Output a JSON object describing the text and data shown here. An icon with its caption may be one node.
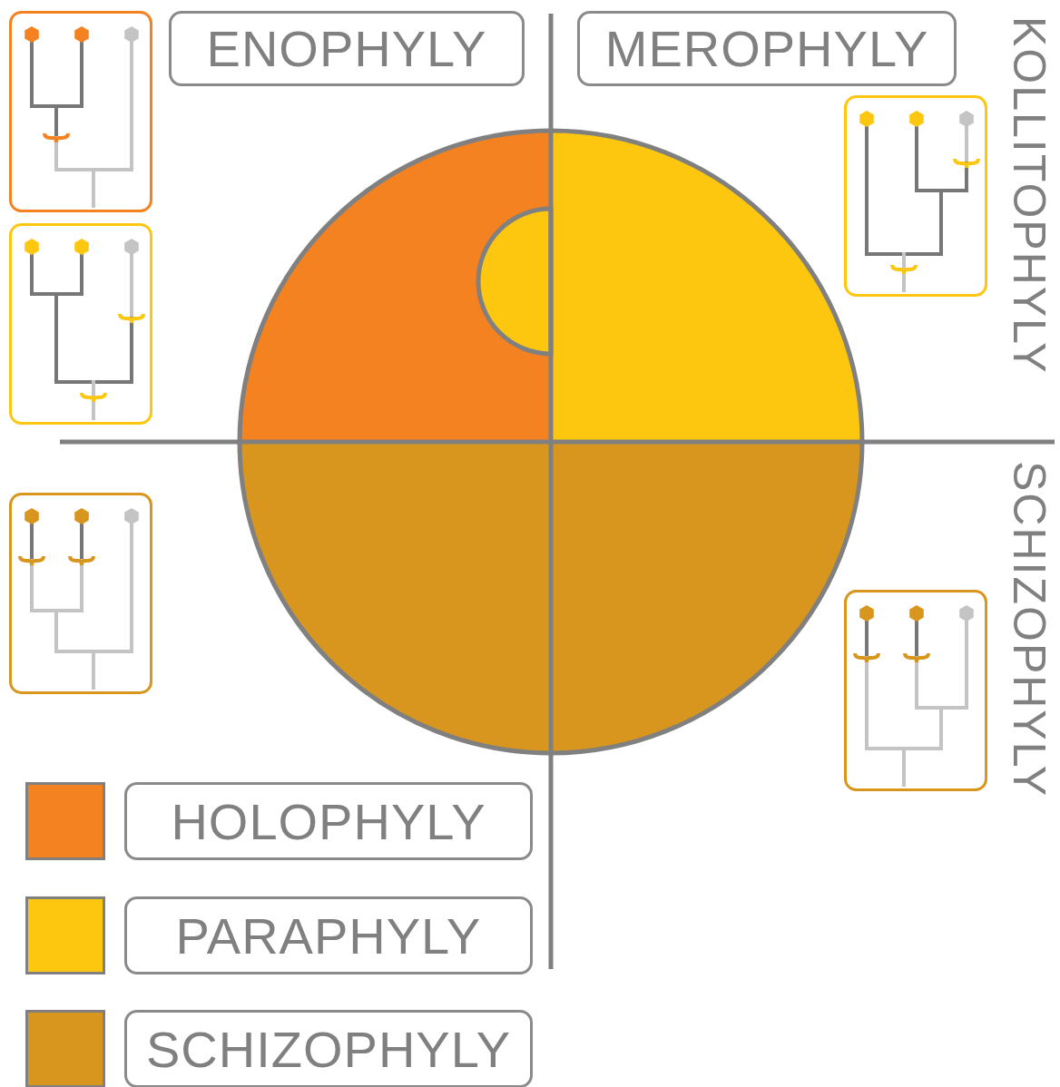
{
  "diagram": {
    "nodes": [
      {
        "text": [
          "ENOPHYLY"
        ]
      },
      {
        "text": [
          "MEROPHYLY"
        ]
      }
    ],
    "labels": [
      "KOLLITOPHYLY",
      "SCHIZOPHYLY"
    ],
    "legend": [
      {
        "text": "HOLOPHYLY",
        "color": "#f58220"
      },
      {
        "text": "PARAPHYLY",
        "color": "#fdc70f"
      },
      {
        "text": "SCHIZOPHYLY",
        "color": "#d9961e"
      }
    ]
  }
}
